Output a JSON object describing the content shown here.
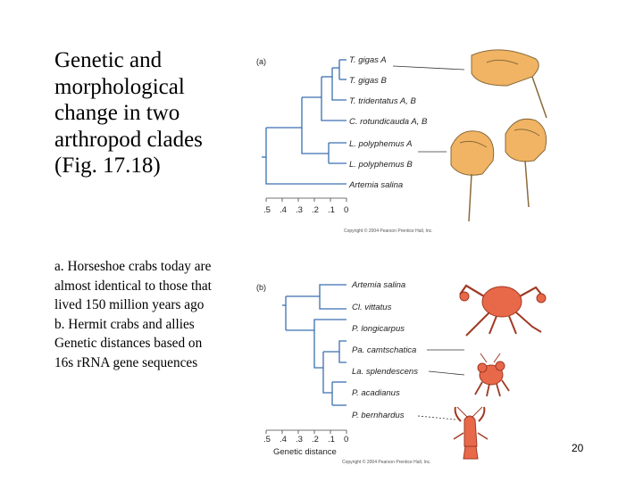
{
  "slide": {
    "title": "Genetic and morphological change in two arthropod clades (Fig. 17.18)",
    "body_lines": [
      "a. Horseshoe crabs today are almost identical to those that lived 150 million years ago",
      "b. Hermit crabs and allies",
      "Genetic distances based on 16s rRNA gene sequences"
    ],
    "page_number": "20"
  },
  "figure_a": {
    "panel_label": "(a)",
    "taxa": [
      "T. gigas A",
      "T. gigas B",
      "T. tridentatus A, B",
      "C. rotundicauda A, B",
      "L. polyphemus A",
      "L. polyphemus B",
      "Artemia salina"
    ],
    "axis_ticks": [
      ".5",
      ".4",
      ".3",
      ".2",
      ".1",
      "0"
    ],
    "copyright": "Copyright © 2004 Pearson Prentice Hall, Inc.",
    "illustration": "horseshoe-crab",
    "colors": {
      "crab_fill": "#f0b464",
      "crab_stroke": "#8a6a3a",
      "tree": "#3a6fb0"
    }
  },
  "figure_b": {
    "panel_label": "(b)",
    "taxa": [
      "Artemia salina",
      "Cl. vittatus",
      "P. longicarpus",
      "Pa. camtschatica",
      "La. splendescens",
      "P. acadianus",
      "P. bernhardus"
    ],
    "axis_ticks": [
      ".5",
      ".4",
      ".3",
      ".2",
      ".1",
      "0"
    ],
    "axis_label": "Genetic distance",
    "copyright": "Copyright © 2004 Pearson Prentice Hall, Inc.",
    "illustrations": [
      "king-crab",
      "hermit-crab",
      "lobster"
    ],
    "colors": {
      "crab_fill": "#e8684a",
      "crab_stroke": "#a03a24",
      "tree": "#3a6fb0"
    }
  }
}
